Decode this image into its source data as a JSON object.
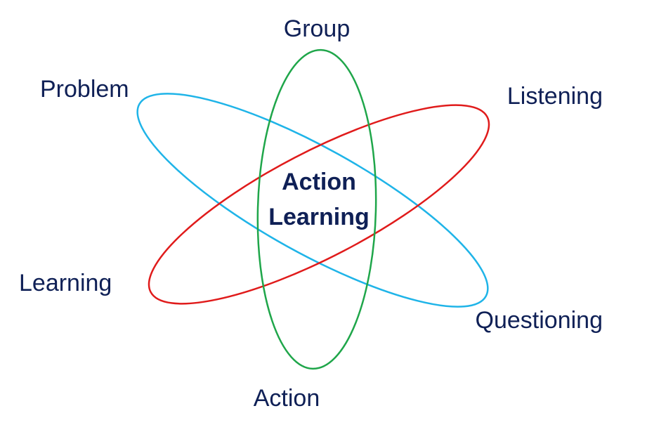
{
  "diagram": {
    "center_lines": [
      "Action",
      "Learning"
    ],
    "labels": {
      "group": "Group",
      "problem": "Problem",
      "listening": "Listening",
      "learning": "Learning",
      "questioning": "Questioning",
      "action": "Action"
    }
  },
  "colors": {
    "text": "#0f2056",
    "green_ellipse": "#1fa64a",
    "blue_ellipse": "#1fb4e8",
    "red_ellipse": "#e01b1b",
    "background": "#ffffff"
  }
}
